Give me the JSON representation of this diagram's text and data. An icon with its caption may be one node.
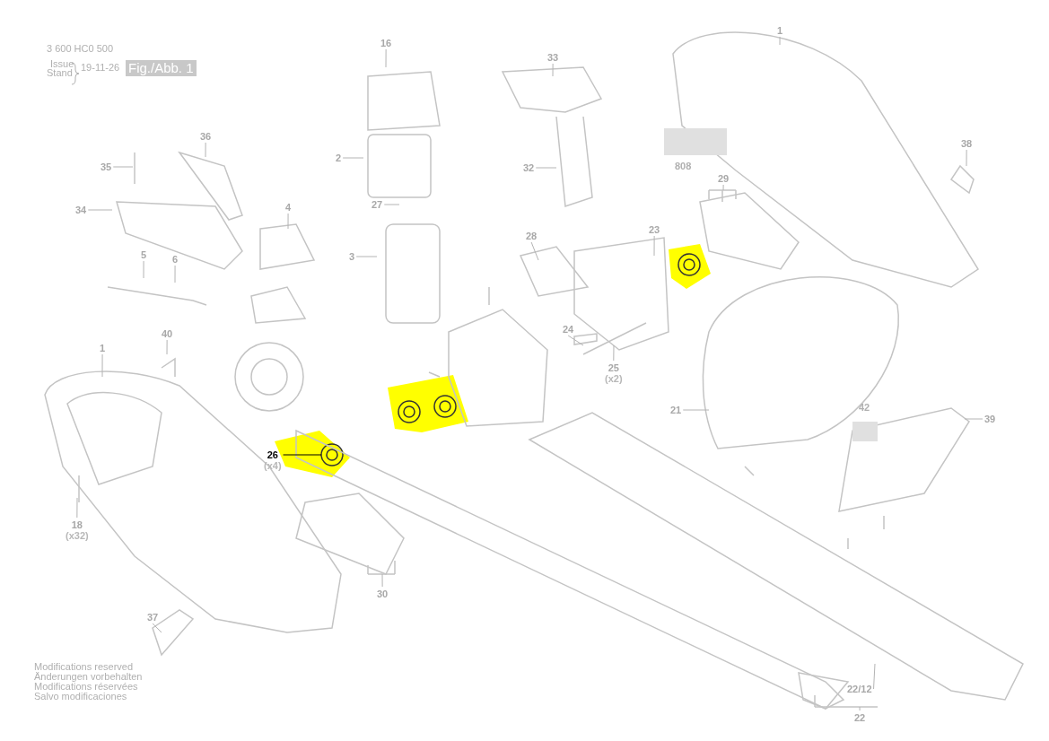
{
  "diagram": {
    "nodes": [
      {
        "text": [
          "16"
        ]
      },
      {
        "text": [
          "33"
        ]
      },
      {
        "text": [
          "1"
        ]
      },
      {
        "text": [
          "36"
        ]
      },
      {
        "text": [
          "35"
        ]
      },
      {
        "text": [
          "2"
        ]
      },
      {
        "text": [
          "32"
        ]
      },
      {
        "text": [
          "38"
        ]
      },
      {
        "text": [
          "34"
        ]
      },
      {
        "text": [
          "27"
        ]
      },
      {
        "text": [
          "4"
        ]
      },
      {
        "text": [
          "29"
        ]
      },
      {
        "text": [
          "23"
        ]
      },
      {
        "text": [
          "28"
        ]
      },
      {
        "text": [
          "5"
        ]
      },
      {
        "text": [
          "6"
        ]
      },
      {
        "text": [
          "3"
        ]
      },
      {
        "text": [
          "40"
        ]
      },
      {
        "text": [
          "24"
        ]
      },
      {
        "text": [
          "25",
          "(x2)"
        ]
      },
      {
        "text": [
          "1"
        ]
      },
      {
        "text": [
          "21"
        ]
      },
      {
        "text": [
          "39"
        ]
      },
      {
        "text": [
          "26",
          "(x4)"
        ]
      },
      {
        "text": [
          "18",
          "(x32)"
        ]
      },
      {
        "text": [
          "30"
        ]
      },
      {
        "text": [
          "37"
        ]
      },
      {
        "text": [
          "22/12"
        ]
      },
      {
        "text": [
          "22"
        ]
      }
    ],
    "edges": [
      {
        "from": 0,
        "to": null,
        "arrow": "none"
      },
      {
        "from": 1,
        "to": null,
        "arrow": "none"
      },
      {
        "from": 2,
        "to": null,
        "arrow": "none"
      },
      {
        "from": 3,
        "to": null,
        "arrow": "none"
      },
      {
        "from": 4,
        "to": null,
        "arrow": "none"
      },
      {
        "from": 5,
        "to": null,
        "arrow": "none"
      },
      {
        "from": 6,
        "to": null,
        "arrow": "none"
      },
      {
        "from": 7,
        "to": null,
        "arrow": "none"
      },
      {
        "from": 8,
        "to": null,
        "arrow": "none"
      },
      {
        "from": 9,
        "to": null,
        "arrow": "none"
      },
      {
        "from": 10,
        "to": null,
        "arrow": "none"
      },
      {
        "from": 11,
        "to": null,
        "arrow": "none"
      },
      {
        "from": 12,
        "to": null,
        "arrow": "none"
      },
      {
        "from": 13,
        "to": null,
        "arrow": "none"
      },
      {
        "from": 14,
        "to": null,
        "arrow": "none"
      },
      {
        "from": 15,
        "to": null,
        "arrow": "none"
      },
      {
        "from": 16,
        "to": null,
        "arrow": "none"
      },
      {
        "from": 17,
        "to": null,
        "arrow": "none"
      },
      {
        "from": 18,
        "to": null,
        "arrow": "none"
      },
      {
        "from": 19,
        "to": null,
        "arrow": "none"
      },
      {
        "from": 20,
        "to": null,
        "arrow": "none"
      },
      {
        "from": 21,
        "to": null,
        "arrow": "none"
      },
      {
        "from": 22,
        "to": null,
        "arrow": "none"
      },
      {
        "from": 23,
        "to": null,
        "arrow": "none",
        "color": "#000000"
      },
      {
        "from": 24,
        "to": null,
        "arrow": "none"
      },
      {
        "from": 25,
        "to": null,
        "arrow": "none"
      },
      {
        "from": 26,
        "to": null,
        "arrow": "none"
      },
      {
        "from": 27,
        "to": null,
        "arrow": "none"
      },
      {
        "from": 28,
        "to": null,
        "arrow": "none"
      }
    ],
    "labels": [
      "3 600 HC0 500",
      "Issue",
      "Stand",
      "19-11-26",
      "Fig./Abb. 1",
      "808",
      "42",
      "Modifications reserved",
      "Änderungen vorbehalten",
      "Modifications réservées",
      "Salvo modificaciones"
    ]
  }
}
